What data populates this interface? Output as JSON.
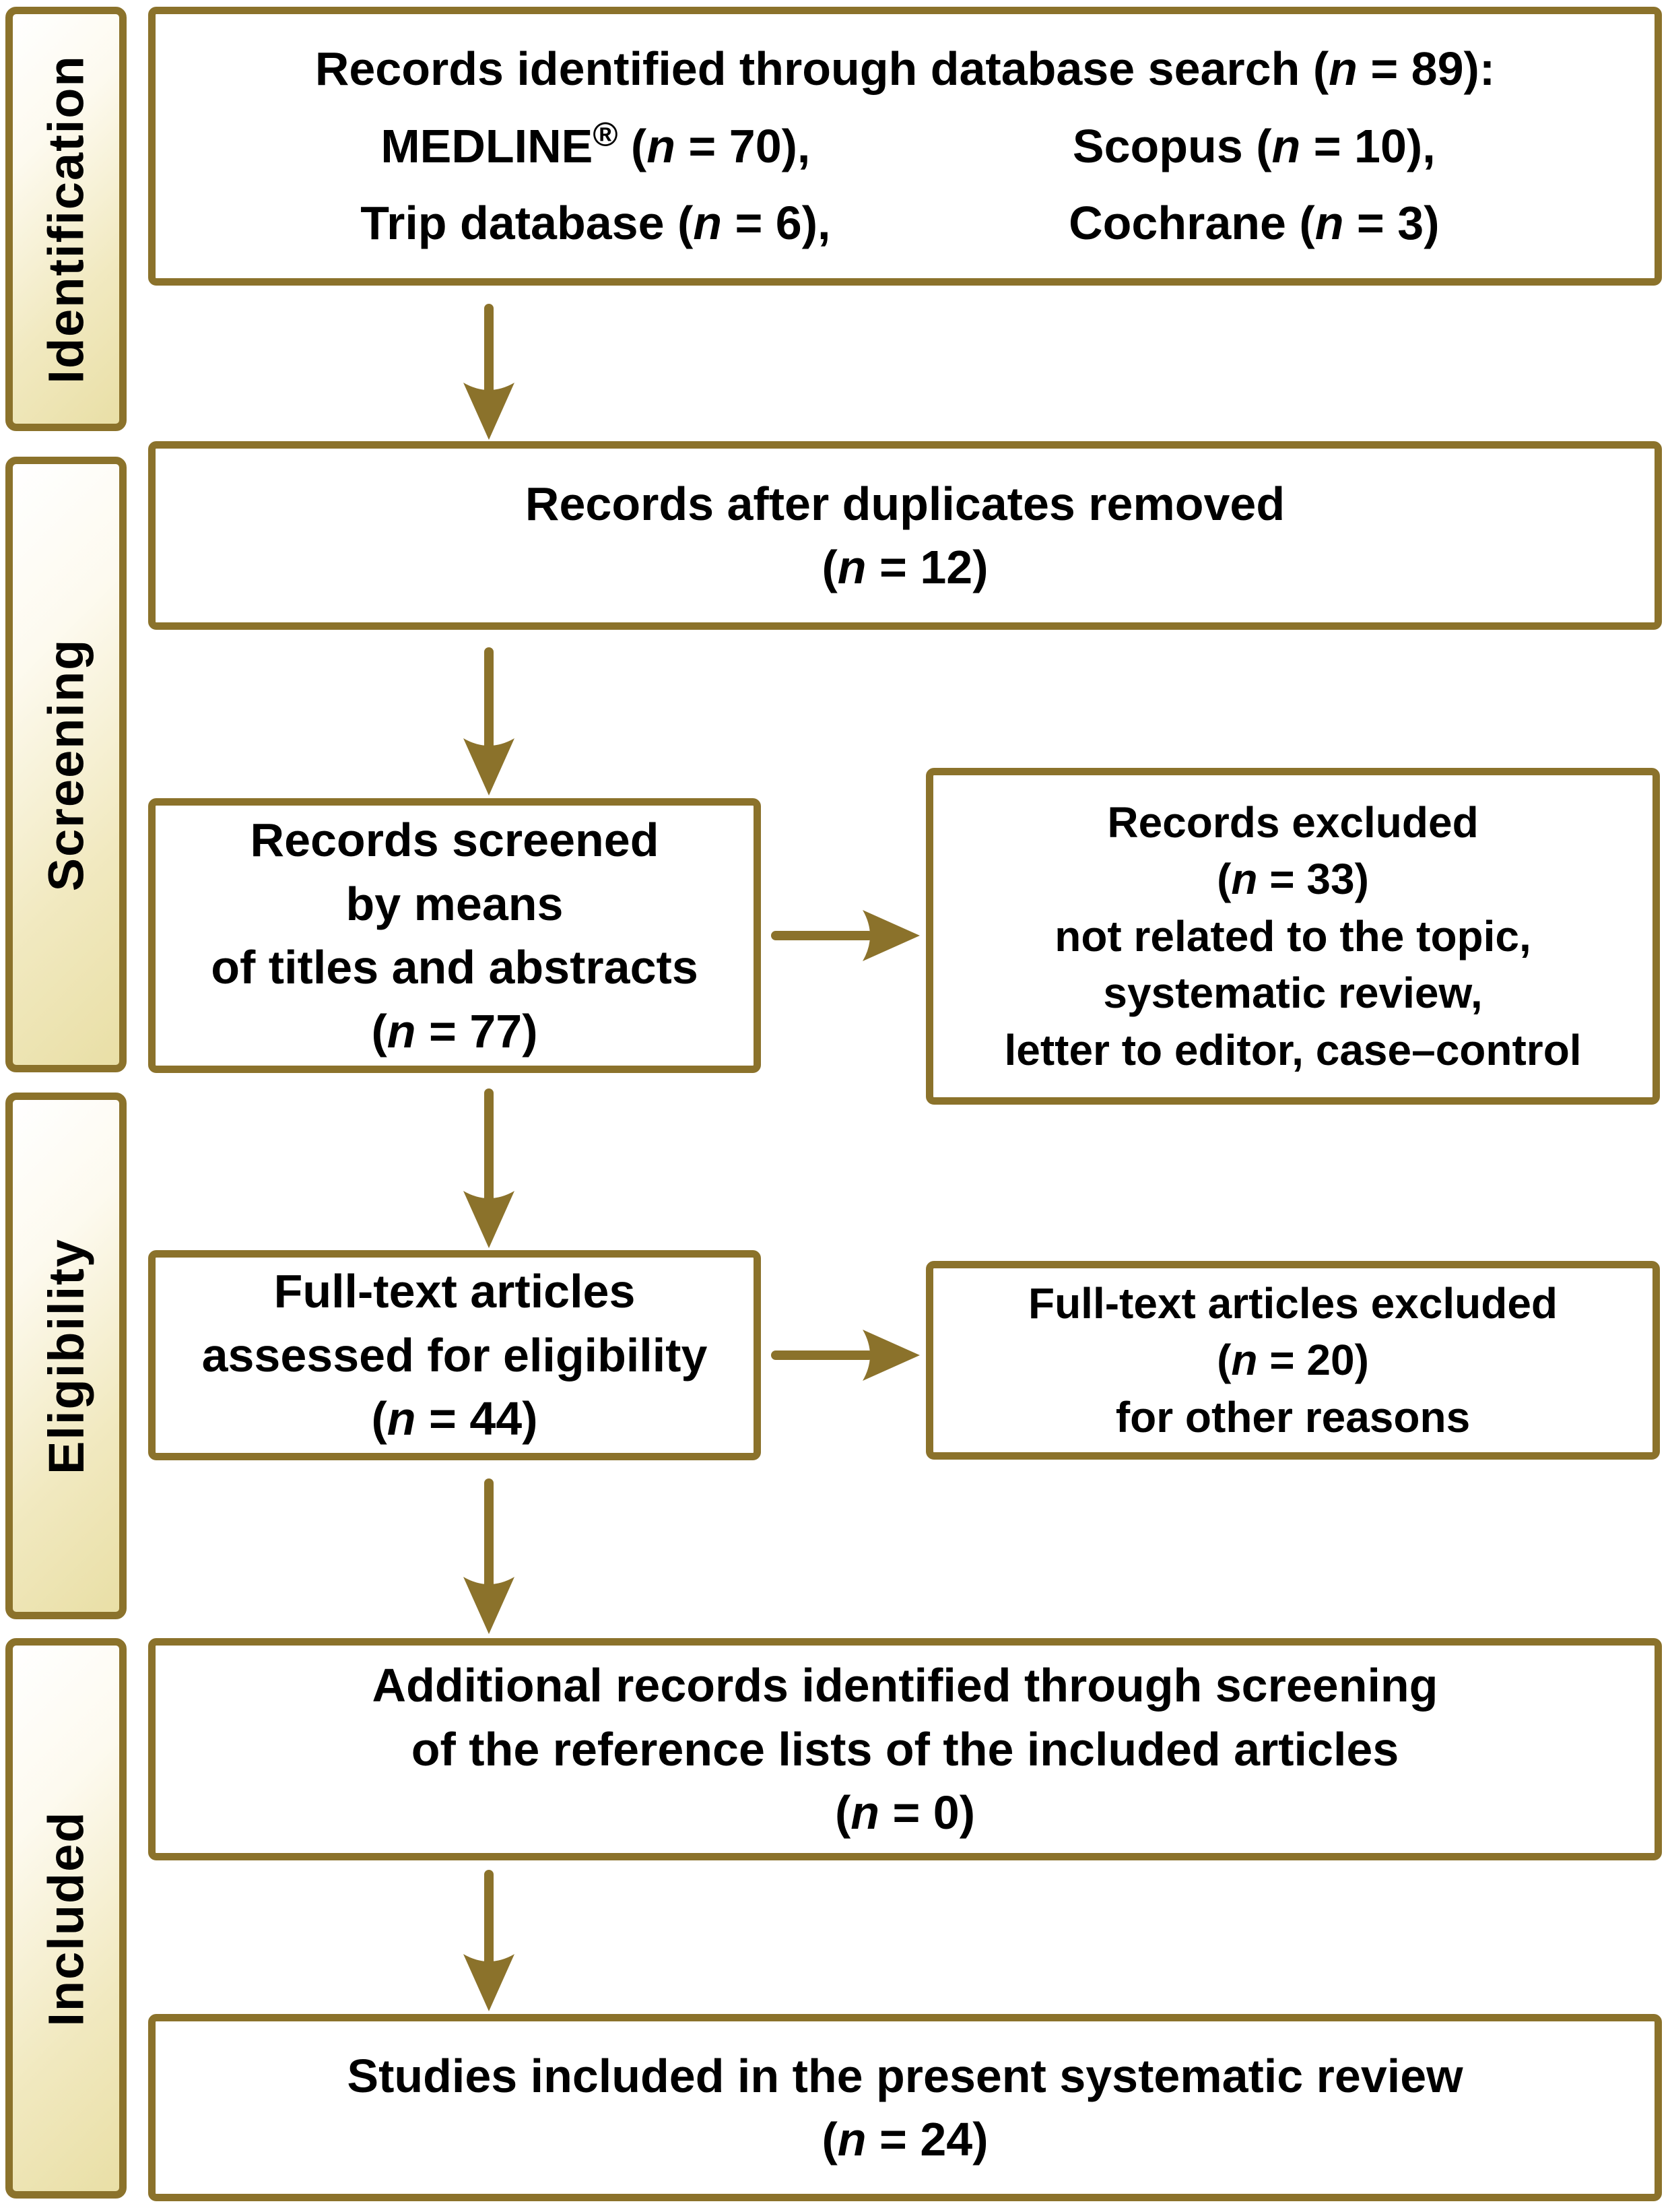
{
  "theme": {
    "gold": "#8b722b",
    "tan": "#e9dfa6",
    "ink": "#000000"
  },
  "sidebar": {
    "stages": [
      {
        "label": "Identification"
      },
      {
        "label": "Screening"
      },
      {
        "label": "Eligibility"
      },
      {
        "label": "Included"
      }
    ]
  },
  "boxes": {
    "identified": {
      "title": "Records identified through database search",
      "title_open": " (",
      "n": "n",
      "title_rest": " = 89):",
      "sources": [
        {
          "name": "MEDLINE",
          "sup": "®",
          "open": " (",
          "n": "n",
          "rest": " = 70),"
        },
        {
          "name": "Scopus",
          "open": " (",
          "n": "n",
          "rest": " = 10),"
        },
        {
          "name": "Trip database",
          "open": " (",
          "n": "n",
          "rest": " = 6),"
        },
        {
          "name": "Cochrane",
          "open": " (",
          "n": "n",
          "rest": " = 3)"
        }
      ]
    },
    "duplicates": {
      "title": "Records after duplicates removed",
      "open": "(",
      "n": "n",
      "rest": " = 12)"
    },
    "screened": {
      "lines": [
        "Records screened",
        "by means",
        "of titles and abstracts"
      ],
      "open": "(",
      "n": "n",
      "rest": " = 77)"
    },
    "records_excluded": {
      "title": "Records excluded",
      "open": "(",
      "n": "n",
      "rest": " = 33)",
      "reasons": [
        "not related to the topic,",
        "systematic review,",
        "letter to editor, case–control"
      ]
    },
    "fulltext": {
      "lines": [
        "Full-text articles",
        "assessed for eligibility"
      ],
      "open": "(",
      "n": "n",
      "rest": " = 44)"
    },
    "fulltext_excluded": {
      "title": "Full-text articles excluded",
      "open": "(",
      "n": "n",
      "rest": " = 20)",
      "reasons": [
        "for other reasons"
      ]
    },
    "additional": {
      "lines": [
        "Additional records identified through screening",
        "of the reference lists of the included articles"
      ],
      "open": "(",
      "n": "n",
      "rest": " = 0)"
    },
    "included_studies": {
      "lines": [
        "Studies included in the present systematic review"
      ],
      "open": "(",
      "n": "n",
      "rest": " = 24)"
    }
  }
}
